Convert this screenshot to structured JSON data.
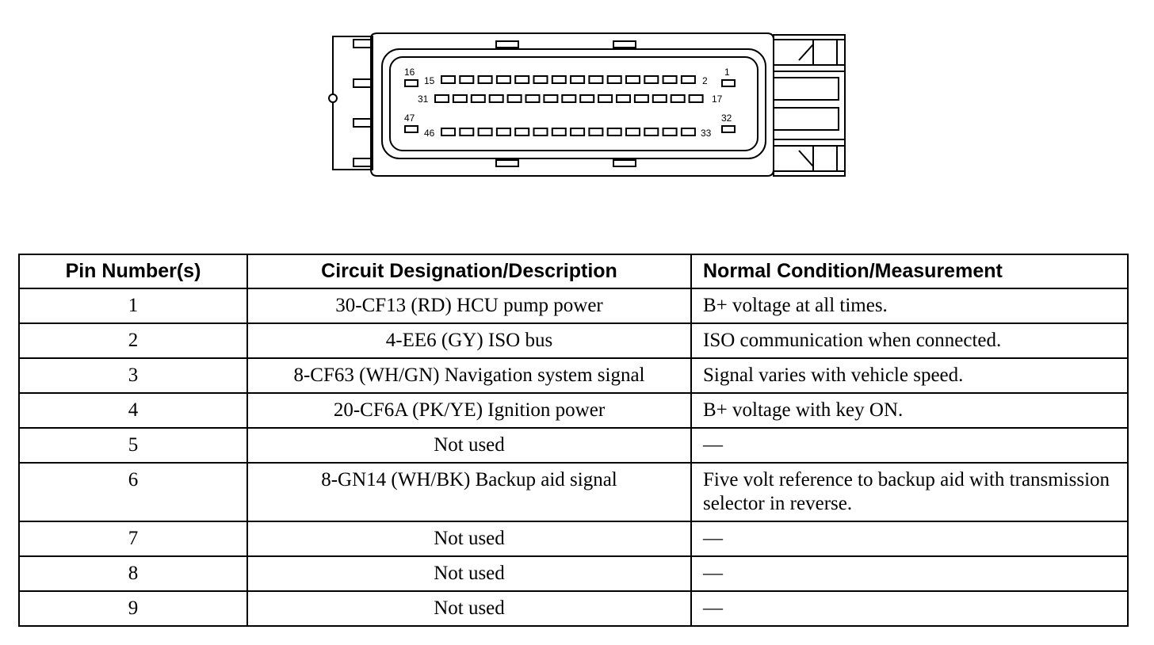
{
  "connector": {
    "pin_labels": [
      "16",
      "15",
      "2",
      "1",
      "31",
      "17",
      "47",
      "46",
      "33",
      "32"
    ]
  },
  "table": {
    "headers": [
      "Pin Number(s)",
      "Circuit Designation/Description",
      "Normal Condition/Measurement"
    ],
    "rows": [
      {
        "pin": "1",
        "circuit": "30-CF13 (RD) HCU pump power",
        "condition": "B+ voltage at all times."
      },
      {
        "pin": "2",
        "circuit": "4-EE6 (GY) ISO bus",
        "condition": "ISO communication when connected."
      },
      {
        "pin": "3",
        "circuit": "8-CF63 (WH/GN) Navigation system signal",
        "condition": "Signal varies with vehicle speed."
      },
      {
        "pin": "4",
        "circuit": "20-CF6A (PK/YE) Ignition power",
        "condition": "B+ voltage with key ON."
      },
      {
        "pin": "5",
        "circuit": "Not used",
        "condition": "—"
      },
      {
        "pin": "6",
        "circuit": "8-GN14 (WH/BK) Backup aid signal",
        "condition": "Five volt reference to backup aid with transmission selector in reverse."
      },
      {
        "pin": "7",
        "circuit": "Not used",
        "condition": "—"
      },
      {
        "pin": "8",
        "circuit": "Not used",
        "condition": "—"
      },
      {
        "pin": "9",
        "circuit": "Not used",
        "condition": "—"
      }
    ]
  }
}
